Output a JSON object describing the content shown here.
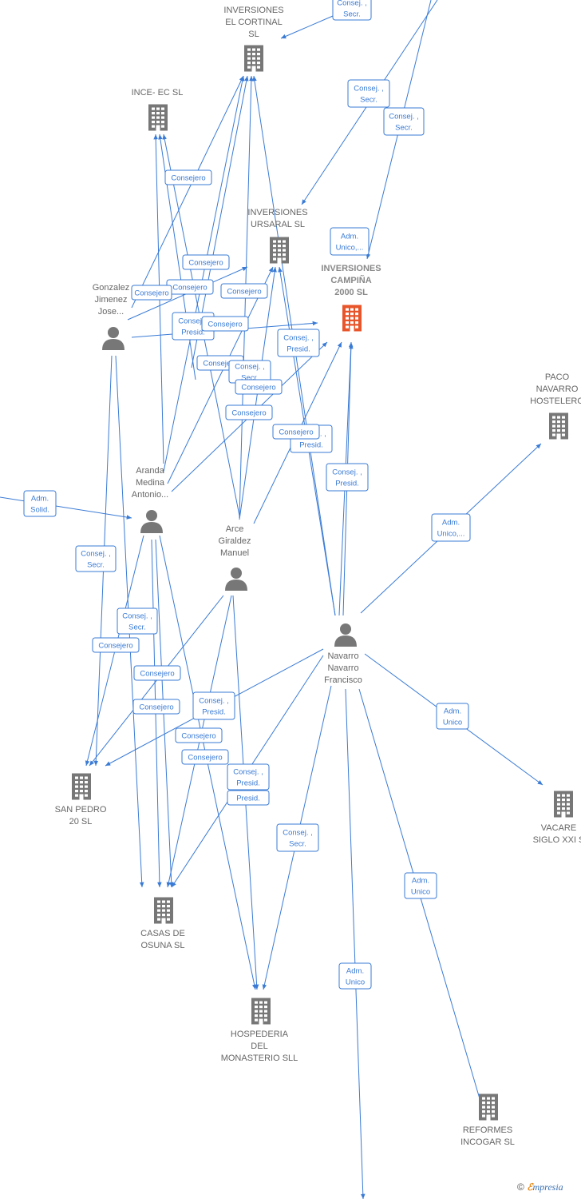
{
  "colors": {
    "edge": "#3a7bd5",
    "company": "#777777",
    "focus_company": "#e8552a",
    "person": "#777777",
    "role_text": "#3a7bd5"
  },
  "companies": [
    {
      "id": "cortinal",
      "lines": [
        "INVERSIONES",
        "EL CORTINAL",
        "SL"
      ],
      "icon": "building-icon"
    },
    {
      "id": "incec",
      "lines": [
        "INCE- EC  SL"
      ],
      "icon": "building-icon"
    },
    {
      "id": "ursaral",
      "lines": [
        "INVERSIONES",
        "URSARAL  SL"
      ],
      "icon": "building-icon"
    },
    {
      "id": "campina",
      "lines": [
        "INVERSIONES",
        "CAMPIÑA",
        "2000  SL"
      ],
      "icon": "building-icon",
      "focus": true
    },
    {
      "id": "paco",
      "lines": [
        "PACO",
        "NAVARRO",
        "HOSTELERO"
      ],
      "icon": "building-icon"
    },
    {
      "id": "sanpedro",
      "lines": [
        "SAN PEDRO",
        "20  SL"
      ],
      "icon": "building-icon"
    },
    {
      "id": "vacare",
      "lines": [
        "VACARE",
        "SIGLO XXI S"
      ],
      "icon": "building-icon"
    },
    {
      "id": "casas",
      "lines": [
        "CASAS DE",
        "OSUNA  SL"
      ],
      "icon": "building-icon"
    },
    {
      "id": "hospederia",
      "lines": [
        "HOSPEDERIA",
        "DEL",
        "MONASTERIO SLL"
      ],
      "icon": "building-icon"
    },
    {
      "id": "reformes",
      "lines": [
        "REFORMES",
        "INCOGAR SL"
      ],
      "icon": "building-icon"
    }
  ],
  "persons": [
    {
      "id": "gonzalez",
      "lines": [
        "Gonzalez",
        "Jimenez",
        "Jose..."
      ],
      "icon": "person-icon"
    },
    {
      "id": "aranda",
      "lines": [
        "Aranda",
        "Medina",
        "Antonio..."
      ],
      "icon": "person-icon"
    },
    {
      "id": "arce",
      "lines": [
        "Arce",
        "Giraldez",
        "Manuel"
      ],
      "icon": "person-icon"
    },
    {
      "id": "navarro",
      "lines": [
        "Navarro",
        "Navarro",
        "Francisco"
      ],
      "icon": "person-icon"
    }
  ],
  "roles": [
    {
      "lines": [
        "Consej. ,",
        "Secr."
      ]
    },
    {
      "lines": [
        "Consej. ,",
        "Secr."
      ]
    },
    {
      "lines": [
        "Consej. ,",
        "Secr."
      ]
    },
    {
      "lines": [
        "Consejero"
      ]
    },
    {
      "lines": [
        "Adm.",
        "Unico,..."
      ]
    },
    {
      "lines": [
        "Consejero"
      ]
    },
    {
      "lines": [
        "Consejero"
      ]
    },
    {
      "lines": [
        "Consejero"
      ]
    },
    {
      "lines": [
        "Consejero"
      ]
    },
    {
      "lines": [
        "Consej. ,",
        "Presid."
      ]
    },
    {
      "lines": [
        "Consejero"
      ]
    },
    {
      "lines": [
        "Consej. ,",
        "Presid."
      ]
    },
    {
      "lines": [
        "Consejero"
      ]
    },
    {
      "lines": [
        "Consej. ,",
        "Secr."
      ]
    },
    {
      "lines": [
        "Consejero"
      ]
    },
    {
      "lines": [
        "Consejero"
      ]
    },
    {
      "lines": [
        "Consej. ,",
        "Presid."
      ]
    },
    {
      "lines": [
        "Consejero"
      ]
    },
    {
      "lines": [
        "Consej. ,",
        "Presid."
      ]
    },
    {
      "lines": [
        "Adm.",
        "Solid."
      ]
    },
    {
      "lines": [
        "Adm.",
        "Unico,..."
      ]
    },
    {
      "lines": [
        "Consej. ,",
        "Secr."
      ]
    },
    {
      "lines": [
        "Consej. ,",
        "Secr."
      ]
    },
    {
      "lines": [
        "Consejero"
      ]
    },
    {
      "lines": [
        "Consejero"
      ]
    },
    {
      "lines": [
        "Consejero"
      ]
    },
    {
      "lines": [
        "Consej. ,",
        "Presid."
      ]
    },
    {
      "lines": [
        "Adm.",
        "Unico"
      ]
    },
    {
      "lines": [
        "Consejero"
      ]
    },
    {
      "lines": [
        "Consejero"
      ]
    },
    {
      "lines": [
        "Consej. ,",
        "Presid."
      ]
    },
    {
      "lines": [
        "Presid."
      ]
    },
    {
      "lines": [
        "Consej. ,",
        "Secr."
      ]
    },
    {
      "lines": [
        "Adm.",
        "Unico"
      ]
    },
    {
      "lines": [
        "Adm.",
        "Unico"
      ]
    }
  ],
  "footer": {
    "copyright": "©",
    "brand_e": "ℰ",
    "brand": "mpresia"
  }
}
